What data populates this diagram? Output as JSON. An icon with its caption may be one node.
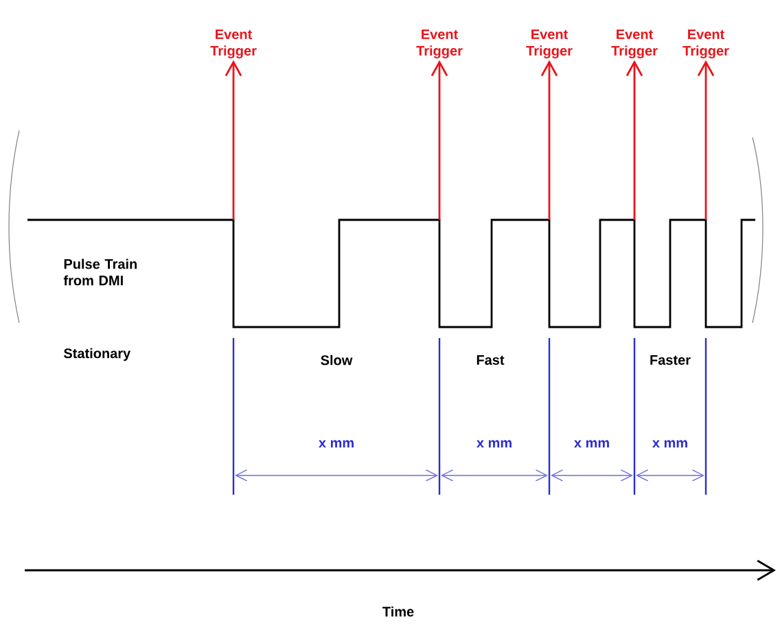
{
  "diagram": {
    "nodes": [
      {
        "text": [
          "Event Trigger"
        ]
      },
      {
        "text": [
          "Event Trigger"
        ]
      },
      {
        "text": [
          "Event Trigger"
        ]
      },
      {
        "text": [
          "Event Trigger"
        ]
      },
      {
        "text": [
          "Event Trigger"
        ]
      }
    ],
    "edges": [
      {
        "from": null,
        "to": 0,
        "arrow": "to"
      },
      {
        "from": null,
        "to": 1,
        "arrow": "to"
      },
      {
        "from": null,
        "to": 2,
        "arrow": "to"
      },
      {
        "from": null,
        "to": 3,
        "arrow": "to"
      },
      {
        "from": null,
        "to": 4,
        "arrow": "to"
      }
    ],
    "labels": [
      "Pulse Train from DMI",
      "Stationary",
      "Slow",
      "Fast",
      "Faster",
      "x mm",
      "x mm",
      "x mm",
      "x mm",
      "Time"
    ]
  }
}
